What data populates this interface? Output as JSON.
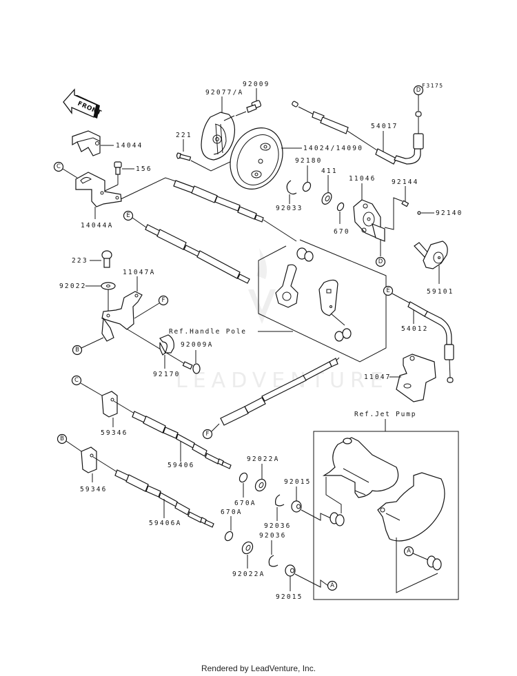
{
  "diagram": {
    "figure_code": "F3175",
    "front_arrow": "FRONT",
    "watermark": "LEADVENTURE",
    "refs": {
      "handle_pole": "Ref.Handle Pole",
      "jet_pump": "Ref.Jet Pump"
    },
    "parts": {
      "p92077A": "92077/A",
      "p92009": "92009",
      "p14024": "14024/14090",
      "p221": "221",
      "p14044": "14044",
      "p156": "156",
      "p14044A": "14044A",
      "p54017": "54017",
      "p92180": "92180",
      "p411": "411",
      "p92033": "92033",
      "p670": "670",
      "p11046": "11046",
      "p92144": "92144",
      "p92140": "92140",
      "p59101": "59101",
      "p223": "223",
      "p11047A": "11047A",
      "p92022": "92022",
      "p92009A": "92009A",
      "p92170": "92170",
      "p54012": "54012",
      "p11047": "11047",
      "p59346a": "59346",
      "p59346b": "59346",
      "p59406": "59406",
      "p59406A": "59406A",
      "p92022Aa": "92022A",
      "p92022Ab": "92022A",
      "p670Aa": "670A",
      "p670Ab": "670A",
      "p92036a": "92036",
      "p92036b": "92036",
      "p92015a": "92015",
      "p92015b": "92015"
    },
    "callouts": {
      "A": "A",
      "B": "B",
      "C": "C",
      "D": "D",
      "E": "E",
      "F": "F"
    }
  },
  "footer": {
    "text": "Rendered by LeadVenture, Inc."
  }
}
